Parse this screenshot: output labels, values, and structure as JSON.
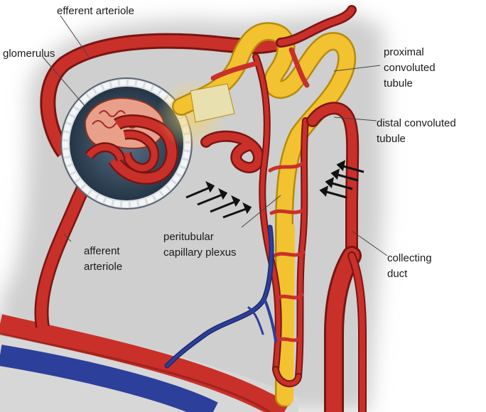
{
  "labels": {
    "efferent_arteriole": "efferent arteriole",
    "glomerulus": "glomerulus",
    "proximal_line1": "proximal",
    "proximal_line2": "convoluted",
    "proximal_line3": "tubule",
    "distal_line1": "distal convoluted",
    "distal_line2": "tubule",
    "peritubular_line1": "peritubular",
    "peritubular_line2": "capillary plexus",
    "afferent_line1": "afferent",
    "afferent_line2": "arteriole",
    "collecting_line1": "collecting",
    "collecting_line2": "duct"
  },
  "colors": {
    "artery": "#c9302a",
    "artery_dark": "#7a1512",
    "vein": "#2c3f9a",
    "tubule": "#f2c230",
    "tubule_dark": "#b88a0a",
    "capsule": "#b9c4cf",
    "glomerulus_fill": "#e8a08a"
  }
}
